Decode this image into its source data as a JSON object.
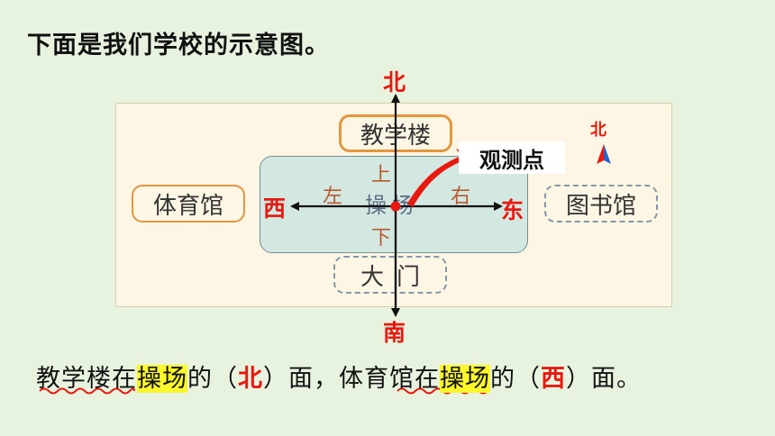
{
  "heading": "下面是我们学校的示意图。",
  "map": {
    "buildings": {
      "teaching": "教学楼",
      "gym": "体育馆",
      "library": "图书馆",
      "gate": "大门"
    },
    "playground": "操场",
    "directions": {
      "north": "北",
      "south": "南",
      "east": "东",
      "west": "西"
    },
    "relative": {
      "up": "上",
      "down": "下",
      "left": "左",
      "right": "右"
    },
    "observation_point": "观测点",
    "compass_label": "北"
  },
  "sentence": {
    "s1": "教学楼",
    "s2": "在",
    "s3": "操场",
    "s4": "的（",
    "s5": "北",
    "s6": "）面，",
    "s7": "体育馆",
    "s8": "在",
    "s9": "操场",
    "s10": "的（",
    "s11": "西",
    "s12": "）面。"
  },
  "colors": {
    "direction": "#e8190f",
    "relative": "#b55a2e",
    "highlight": "#fbf72b",
    "orange_border": "#e3963f"
  }
}
